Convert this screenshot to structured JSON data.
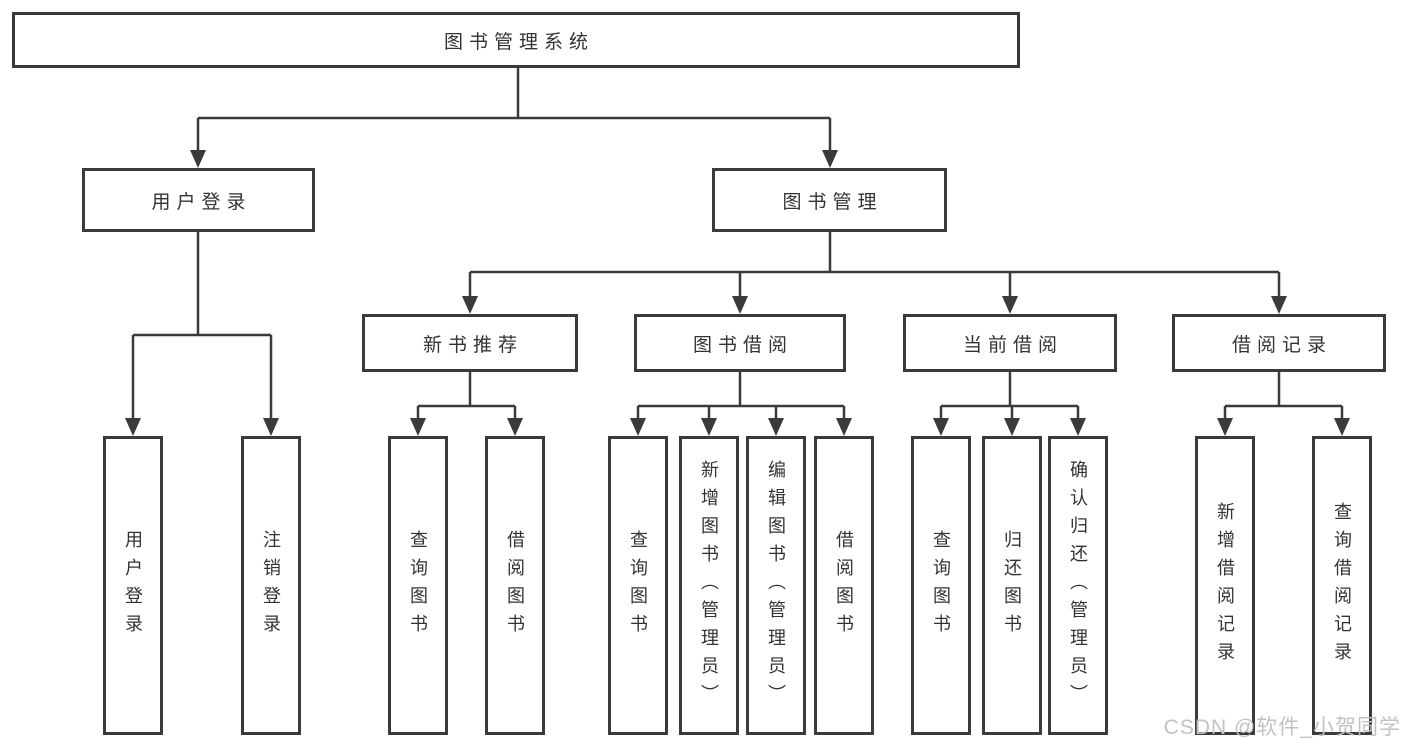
{
  "root": {
    "label": "图书管理系统",
    "children": [
      {
        "label": "用户登录",
        "children": [
          {
            "label": "用户登录"
          },
          {
            "label": "注销登录"
          }
        ]
      },
      {
        "label": "图书管理",
        "children": [
          {
            "label": "新书推荐",
            "children": [
              {
                "label": "查询图书"
              },
              {
                "label": "借阅图书"
              }
            ]
          },
          {
            "label": "图书借阅",
            "children": [
              {
                "label": "查询图书"
              },
              {
                "label": "新增图书（管理员）"
              },
              {
                "label": "编辑图书（管理员）"
              },
              {
                "label": "借阅图书"
              }
            ]
          },
          {
            "label": "当前借阅",
            "children": [
              {
                "label": "查询图书"
              },
              {
                "label": "归还图书"
              },
              {
                "label": "确认归还（管理员）"
              }
            ]
          },
          {
            "label": "借阅记录",
            "children": [
              {
                "label": "新增借阅记录"
              },
              {
                "label": "查询借阅记录"
              }
            ]
          }
        ]
      }
    ]
  },
  "watermark": {
    "text": "CSDN @软件_小贺同学"
  },
  "colors": {
    "line": "#3a3a3a",
    "text": "#333333",
    "background": "#ffffff",
    "watermark": "#c2c2c2"
  }
}
